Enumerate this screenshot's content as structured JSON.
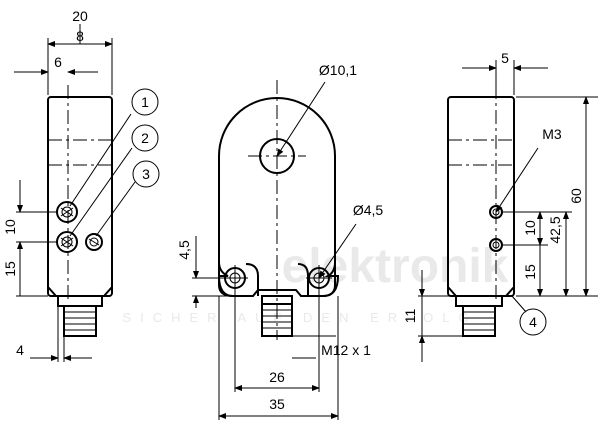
{
  "watermark": {
    "logo_text": "elektronik",
    "slogan": "SICHER AUF DEN ERFOLG"
  },
  "dimensions": {
    "side_total_width": "20",
    "side_inner_width": "8",
    "side_left_offset": "6",
    "side_hole_spacing": "10",
    "side_bottom_offset": "15",
    "side_bottom_extra": "4",
    "front_hole_diameter": "Ø10,1",
    "front_small_hole_diameter": "Ø4,5",
    "front_tab_height": "4,5",
    "front_connector_thread": "M12 x 1",
    "front_hole_spacing": "26",
    "front_total_width": "35",
    "right_top_offset": "5",
    "right_thread": "M3",
    "right_total_height": "60",
    "right_hole_height": "42,5",
    "right_hole_spacing": "10",
    "right_bottom_offset": "15",
    "right_connector_length": "11"
  },
  "callouts": [
    "1",
    "2",
    "3",
    "4"
  ]
}
